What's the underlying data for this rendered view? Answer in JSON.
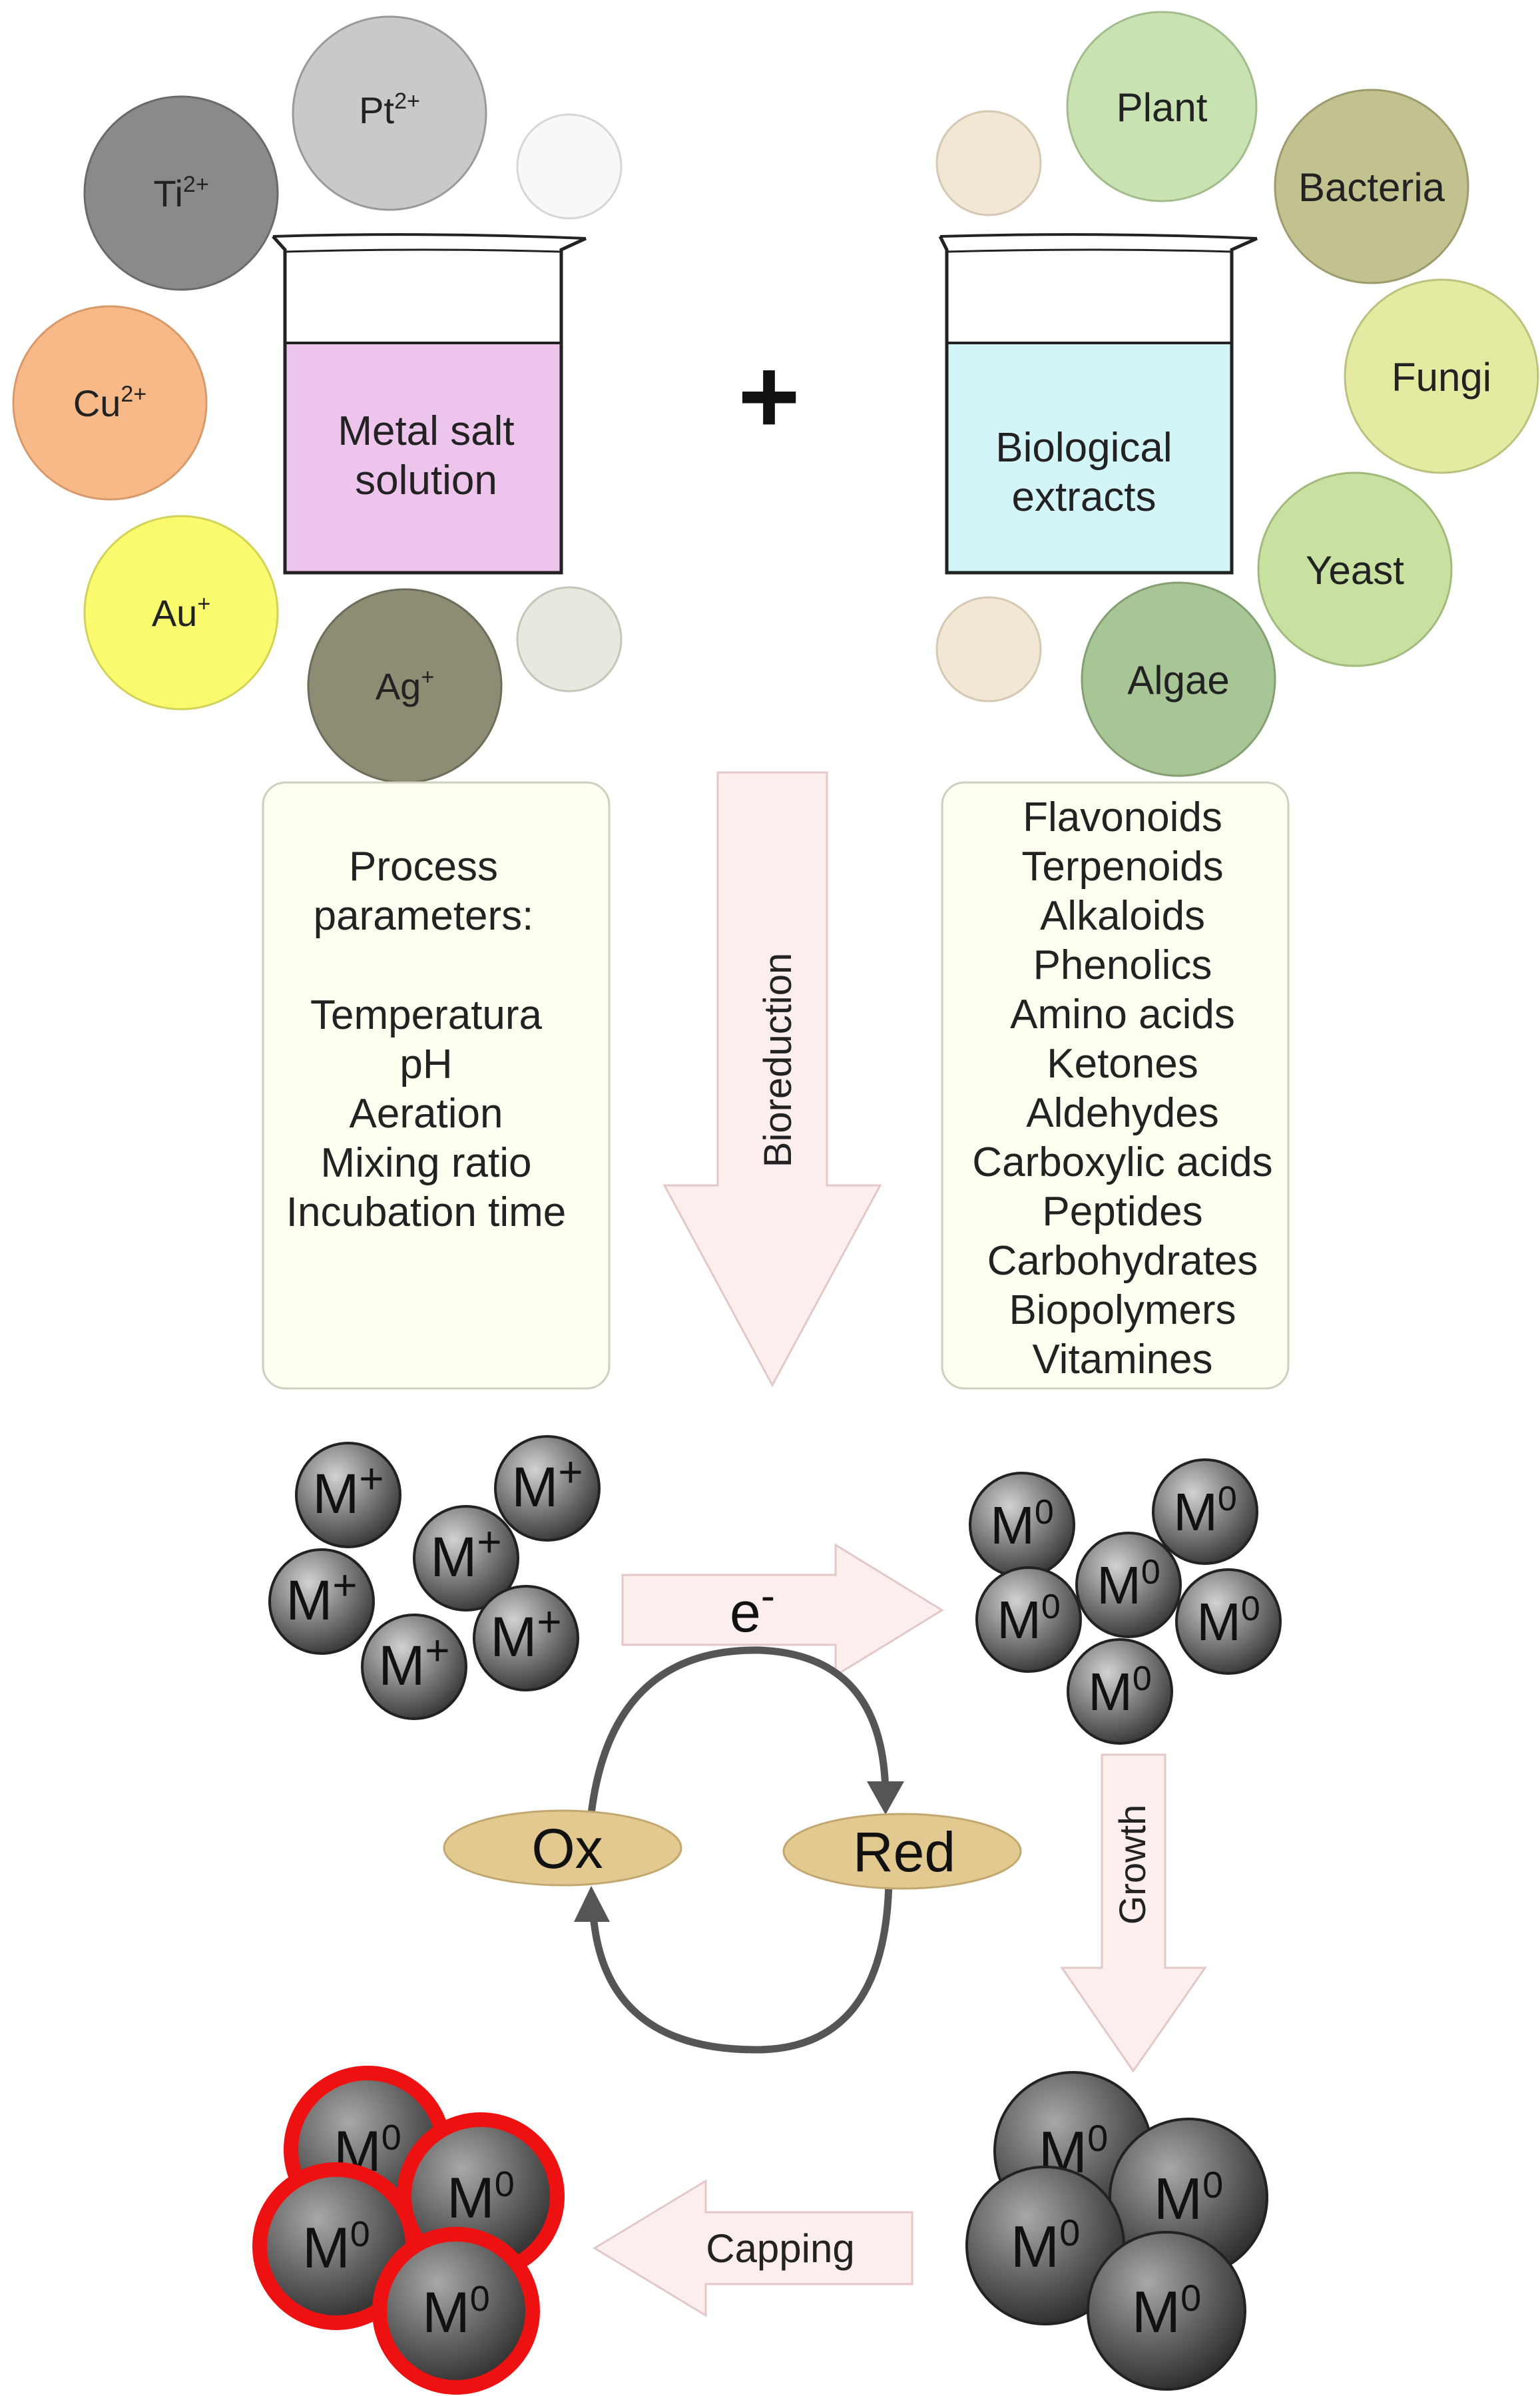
{
  "metal_ions": [
    {
      "base": "Pt",
      "charge": "2+",
      "color": "#c9c9c9"
    },
    {
      "base": "Ti",
      "charge": "2+",
      "color": "#8a8a8a"
    },
    {
      "base": "Cu",
      "charge": "2+",
      "color": "#f7b987"
    },
    {
      "base": "Au",
      "charge": "+",
      "color": "#fafa6e"
    },
    {
      "base": "Ag",
      "charge": "+",
      "color": "#8e8c73"
    }
  ],
  "metal_beaker": {
    "line1": "Metal salt",
    "line2": "solution",
    "liquid_color": "#ecc4ec"
  },
  "plus_sign": "+",
  "bio_beaker": {
    "line1": "Biological",
    "line2": "extracts",
    "liquid_color": "#d4f5f8"
  },
  "bio_sources": [
    {
      "label": "Plant",
      "color": "#c8e2b1"
    },
    {
      "label": "Bacteria",
      "color": "#c2c290"
    },
    {
      "label": "Fungi",
      "color": "#e4eaa2"
    },
    {
      "label": "Yeast",
      "color": "#c8e1a0"
    },
    {
      "label": "Algae",
      "color": "#a8c596"
    }
  ],
  "process_box": {
    "title_line1": "Process",
    "title_line2": "parameters:",
    "items": [
      "Temperatura",
      "pH",
      "Aeration",
      "Mixing ratio",
      "Incubation time"
    ]
  },
  "bioreduction_label": "Bioreduction",
  "biomolecules": [
    "Flavonoids",
    "Terpenoids",
    "Alkaloids",
    "Phenolics",
    "Amino acids",
    "Ketones",
    "Aldehydes",
    "Carboxylic acids",
    "Peptides",
    "Carbohydrates",
    "Biopolymers",
    "Vitamines"
  ],
  "ion_particle": {
    "base": "M",
    "charge": "+"
  },
  "atom_particle": {
    "base": "M",
    "charge": "0"
  },
  "electron_label": {
    "base": "e",
    "charge": "-"
  },
  "ox_label": "Ox",
  "red_label": "Red",
  "growth_label": "Growth",
  "capping_label": "Capping",
  "colors": {
    "arrow_fill": "#fdeeee",
    "box_fill": "#fefef1",
    "ellipse_fill": "#e1c990",
    "cap_ring": "#ee1111",
    "cycle_stroke": "#555555"
  }
}
